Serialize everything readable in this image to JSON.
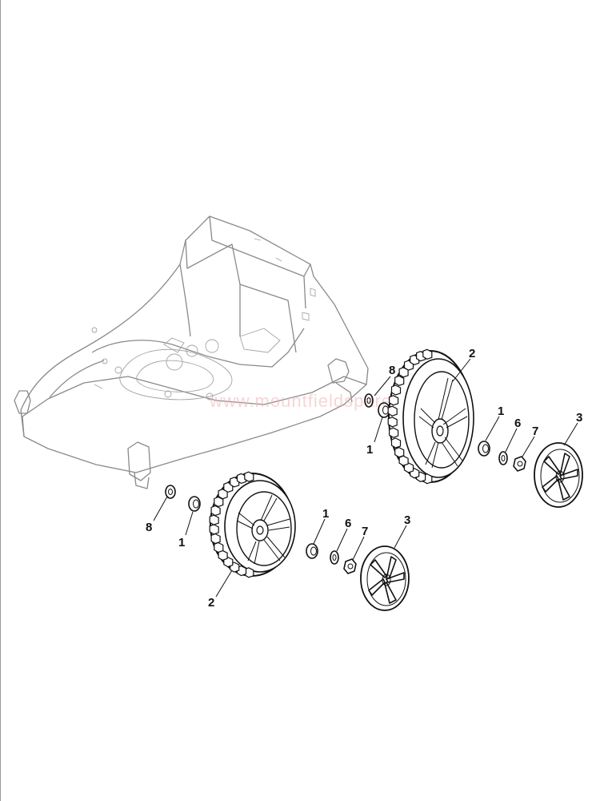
{
  "watermark": "www.mountfieldspares.co.uk",
  "callouts": [
    {
      "id": "c-8-rear",
      "text": "8"
    },
    {
      "id": "c-1-rear-inner",
      "text": "1"
    },
    {
      "id": "c-2-rear",
      "text": "2"
    },
    {
      "id": "c-1-rear-outer",
      "text": "1"
    },
    {
      "id": "c-6-rear",
      "text": "6"
    },
    {
      "id": "c-7-rear",
      "text": "7"
    },
    {
      "id": "c-3-rear",
      "text": "3"
    },
    {
      "id": "c-8-front",
      "text": "8"
    },
    {
      "id": "c-1-front-inner",
      "text": "1"
    },
    {
      "id": "c-2-front",
      "text": "2"
    },
    {
      "id": "c-1-front-outer",
      "text": "1"
    },
    {
      "id": "c-6-front",
      "text": "6"
    },
    {
      "id": "c-7-front",
      "text": "7"
    },
    {
      "id": "c-3-front",
      "text": "3"
    }
  ],
  "colors": {
    "line": "#111111",
    "deck": "#8a8a8a",
    "watermark": "#f2b3b3"
  }
}
